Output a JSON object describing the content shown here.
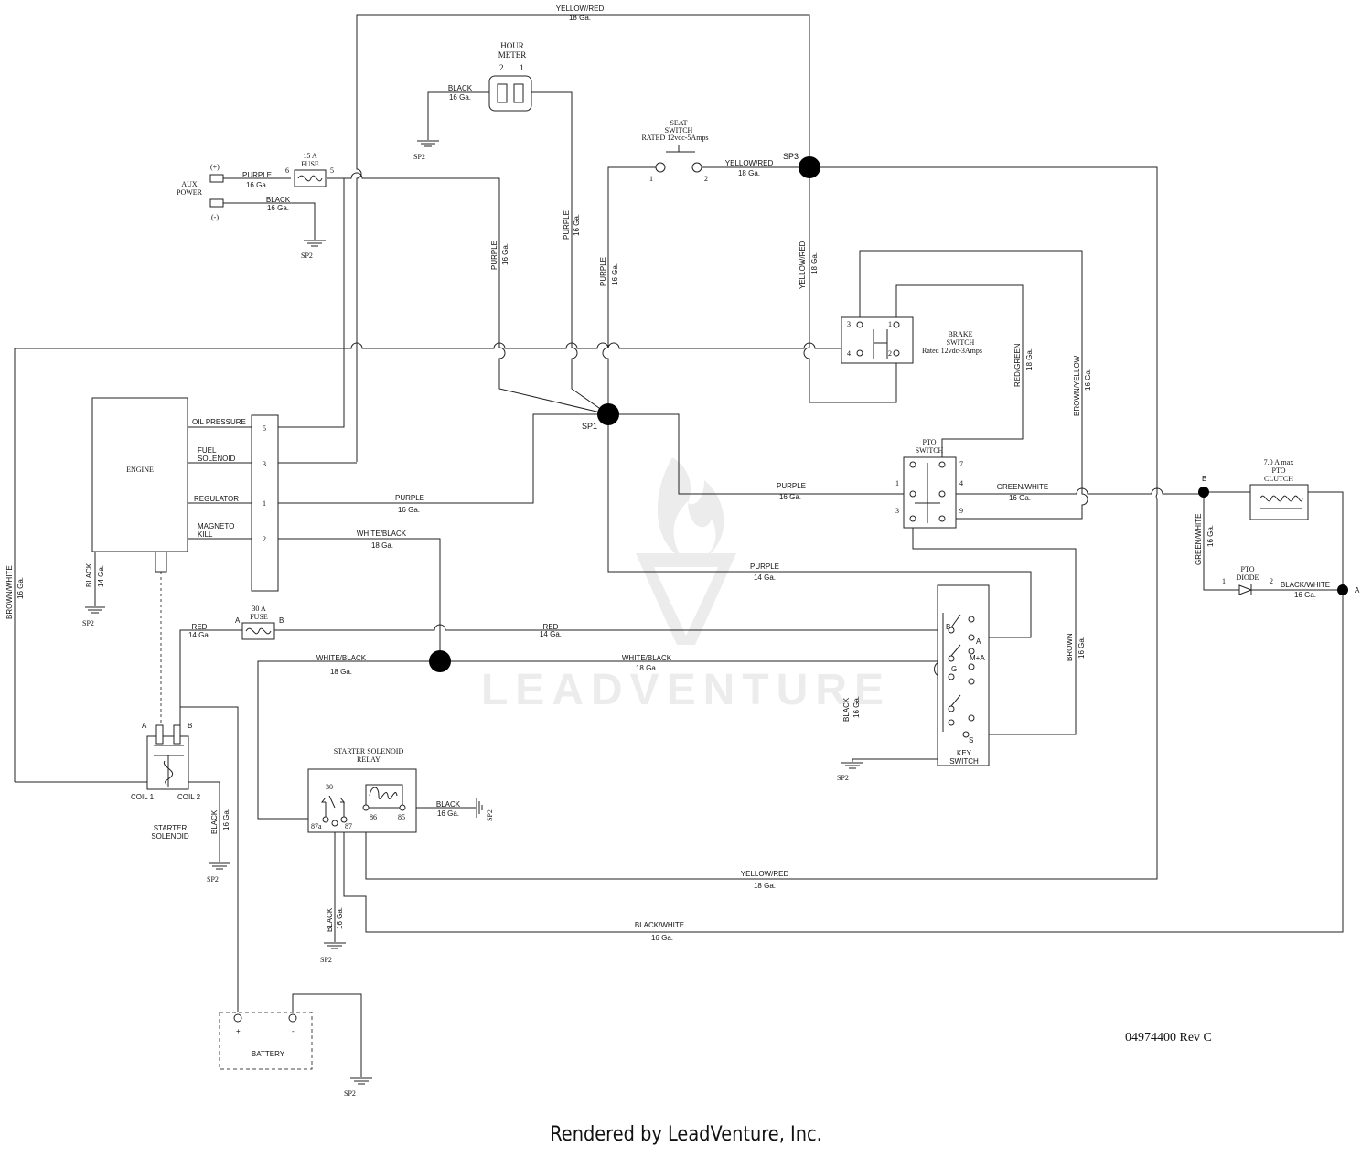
{
  "title": {
    "docnum": "04974400 Rev C"
  },
  "footer": {
    "text": "Rendered by LeadVenture, Inc."
  },
  "watermark": {
    "text": "LEADVENTURE"
  },
  "components": {
    "hour_meter": {
      "l1": "HOUR",
      "l2": "METER",
      "p2": "2",
      "p1": "1"
    },
    "seat_switch": {
      "l1": "SEAT",
      "l2": "SWITCH",
      "l3": "RATED 12vdc-5Amps",
      "p1": "1",
      "p2": "2"
    },
    "aux_power": {
      "l1": "AUX",
      "l2": "POWER",
      "plus": "(+)",
      "minus": "(-)"
    },
    "fuse15": {
      "l1": "15 A",
      "l2": "FUSE",
      "p6": "6",
      "p5": "5"
    },
    "brake_switch": {
      "l1": "BRAKE",
      "l2": "SWITCH",
      "l3": "Rated 12vdc-3Amps",
      "p3": "3",
      "p1": "1",
      "p4": "4",
      "p2": "2"
    },
    "engine": {
      "label": "ENGINE",
      "oil": "OIL PRESSURE",
      "fuel1": "FUEL",
      "fuel2": "SOLENOID",
      "reg": "REGULATOR",
      "mag1": "MAGNETO",
      "mag2": "KILL",
      "p5": "5",
      "p3": "3",
      "p1": "1",
      "p2": "2"
    },
    "pto_switch": {
      "l1": "PTO",
      "l2": "SWITCH",
      "p7": "7",
      "p1": "1",
      "p4": "4",
      "p3": "3",
      "p9": "9"
    },
    "pto_clutch": {
      "l1": "7.0 A max",
      "l2": "PTO",
      "l3": "CLUTCH"
    },
    "pto_diode": {
      "l1": "PTO",
      "l2": "DIODE",
      "p1": "1",
      "p2": "2"
    },
    "fuse30": {
      "l1": "30 A",
      "l2": "FUSE",
      "pa": "A",
      "pb": "B"
    },
    "key_switch": {
      "l1": "KEY",
      "l2": "SWITCH",
      "b": "B",
      "a": "A",
      "ma": "M+A",
      "g": "G",
      "s": "S"
    },
    "starter_solenoid": {
      "l1": "STARTER",
      "l2": "SOLENOID",
      "coil1": "COIL 1",
      "coil2": "COIL 2",
      "a": "A",
      "b": "B"
    },
    "relay": {
      "l1": "STARTER SOLENOID",
      "l2": "RELAY",
      "p30": "30",
      "p87a": "87a",
      "p87": "87",
      "p86": "86",
      "p85": "85"
    },
    "battery": {
      "label": "BATTERY",
      "plus": "+",
      "minus": "-"
    }
  },
  "splices": {
    "sp1": "SP1",
    "sp3": "SP3",
    "b": "B",
    "a": "A"
  },
  "grounds": {
    "sp2": "SP2"
  },
  "wires": {
    "yellow_red": "YELLOW/RED",
    "purple": "PURPLE",
    "black": "BLACK",
    "red": "RED",
    "white_black": "WHITE/BLACK",
    "green_white": "GREEN/WHITE",
    "black_white": "BLACK/WHITE",
    "brown_white": "BROWN/WHITE",
    "brown_yellow": "BROWN/YELLOW",
    "red_green": "RED/GREEN",
    "brown": "BROWN",
    "g18": "18 Ga.",
    "g16": "16 Ga.",
    "g14": "14 Ga."
  }
}
